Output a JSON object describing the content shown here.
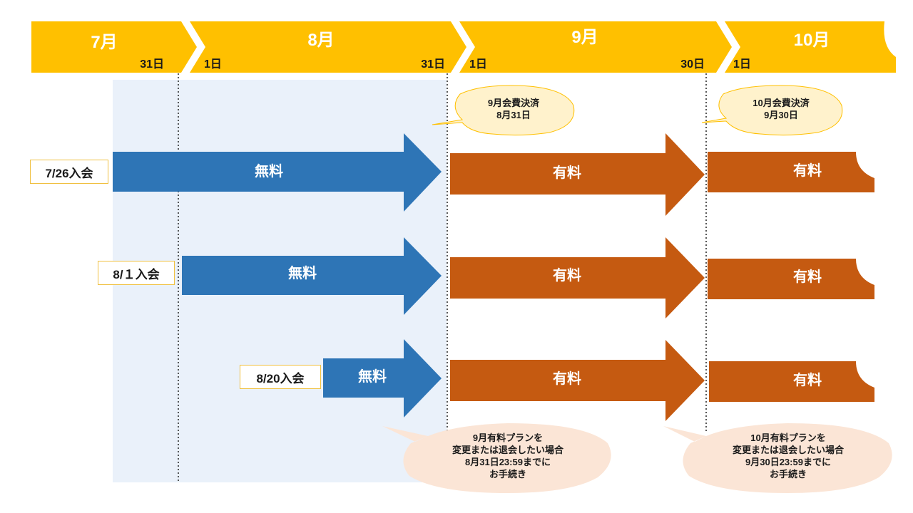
{
  "timeline": {
    "months": [
      {
        "label": "7月",
        "start_day": "",
        "end_day": "31日"
      },
      {
        "label": "8月",
        "start_day": "1日",
        "end_day": "31日"
      },
      {
        "label": "9月",
        "start_day": "1日",
        "end_day": "30日"
      },
      {
        "label": "10月",
        "start_day": "1日",
        "end_day": ""
      }
    ]
  },
  "rows": [
    {
      "join_label": "7/26入会",
      "free_label": "無料",
      "paid_sep_label": "有料",
      "paid_oct_label": "有料"
    },
    {
      "join_label": "8/１入会",
      "free_label": "無料",
      "paid_sep_label": "有料",
      "paid_oct_label": "有料"
    },
    {
      "join_label": "8/20入会",
      "free_label": "無料",
      "paid_sep_label": "有料",
      "paid_oct_label": "有料"
    }
  ],
  "billing_callouts": [
    {
      "line1": "9月会費決済",
      "line2": "8月31日"
    },
    {
      "line1": "10月会費決済",
      "line2": "9月30日"
    }
  ],
  "deadline_callouts": [
    {
      "lines": [
        "9月有料プランを",
        "変更または退会したい場合",
        "8月31日23:59までに",
        "お手続き"
      ]
    },
    {
      "lines": [
        "10月有料プランを",
        "変更または退会したい場合",
        "9月30日23:59までに",
        "お手続き"
      ]
    }
  ],
  "colors": {
    "timeline_bar": "#ffc000",
    "free_arrow": "#2e75b6",
    "paid_arrow": "#c55a11",
    "free_period_bg": "#eaf1fa",
    "billing_callout_bg": "#fff2cc",
    "deadline_callout_bg": "#fbe5d6"
  }
}
